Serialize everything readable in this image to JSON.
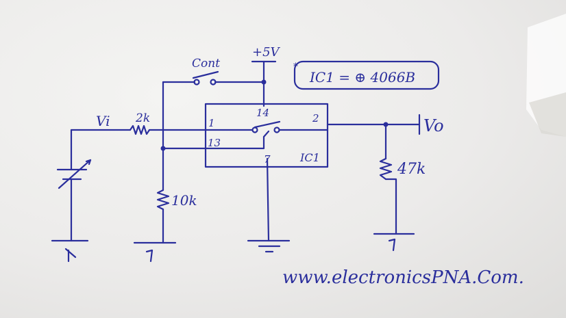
{
  "diagram": {
    "labels": {
      "supply": "+5V",
      "control": "Cont",
      "ic_note_star": "*",
      "ic_note": "IC1 = ⊕ 4066B",
      "input": "Vi",
      "r_input": "2k",
      "r_bias": "10k",
      "r_load": "47k",
      "output": "Vo",
      "pin_vdd": "14",
      "pin_in": "1",
      "pin_ctrl": "13",
      "pin_out": "2",
      "pin_gnd": "7",
      "ic_name": "IC1",
      "website": "www.electronicsPNA.Com."
    },
    "colors": {
      "ink": "#2a2e9c",
      "paper": "#ecebea"
    }
  }
}
